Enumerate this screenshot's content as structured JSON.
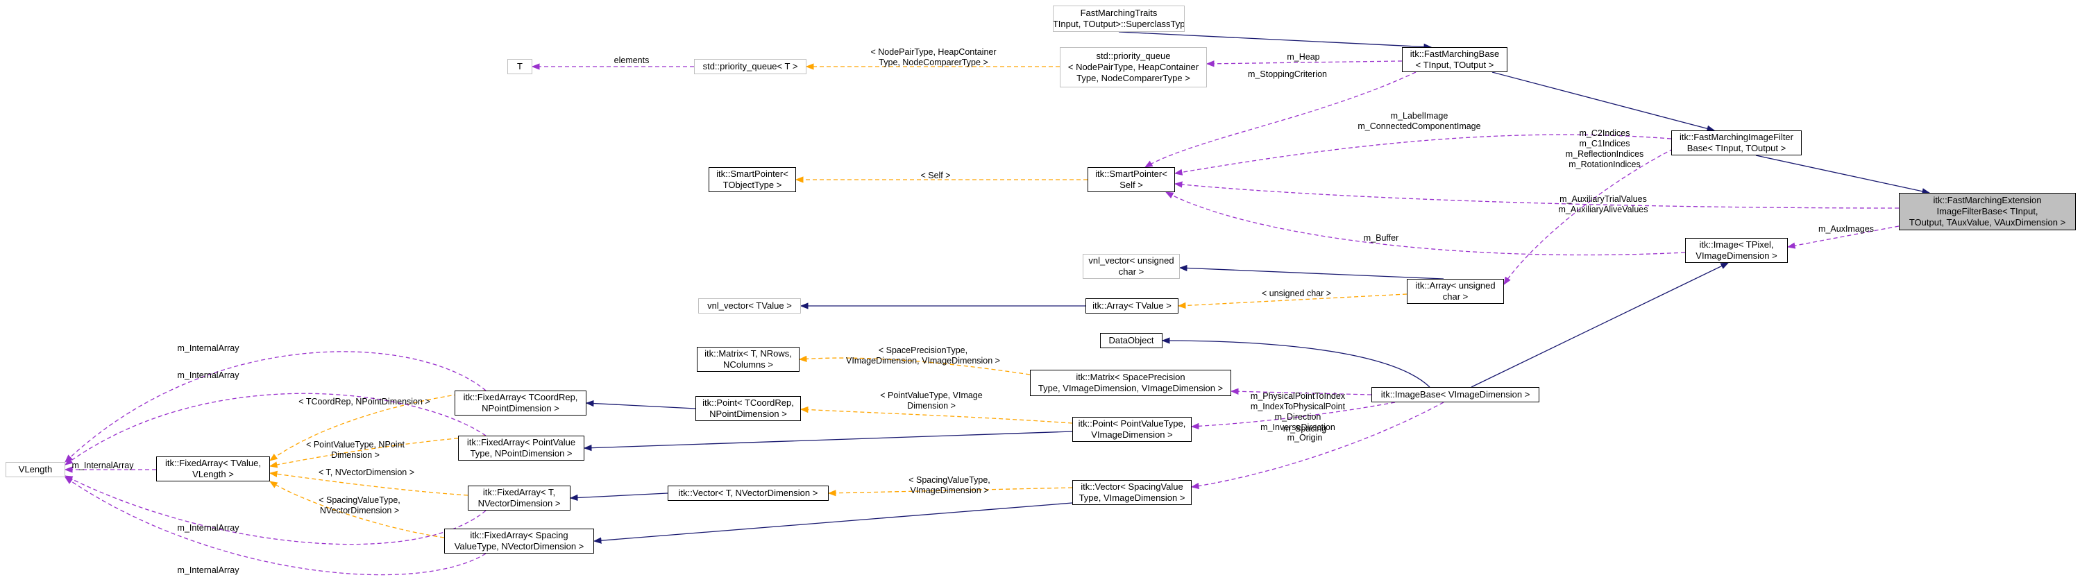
{
  "diagram": {
    "nodes": [
      {
        "id": "fmtraits",
        "lines": [
          "FastMarchingTraits",
          "<TInput, TOutput>::SuperclassType"
        ],
        "style": "grey"
      },
      {
        "id": "fmbase",
        "lines": [
          "itk::FastMarchingBase",
          "< TInput, TOutput >"
        ],
        "style": "normal"
      },
      {
        "id": "fmimgfilter",
        "lines": [
          "itk::FastMarchingImageFilter",
          "Base< TInput, TOutput >"
        ],
        "style": "normal"
      },
      {
        "id": "fmext",
        "lines": [
          "itk::FastMarchingExtension",
          "ImageFilterBase< TInput,",
          "TOutput, TAuxValue, VAuxDimension >"
        ],
        "style": "focus"
      },
      {
        "id": "T",
        "lines": [
          "T"
        ],
        "style": "grey"
      },
      {
        "id": "pq1",
        "lines": [
          "std::priority_queue< T >"
        ],
        "style": "grey"
      },
      {
        "id": "pq2",
        "lines": [
          "std::priority_queue",
          "< NodePairType, HeapContainer",
          "Type, NodeComparerType >"
        ],
        "style": "grey"
      },
      {
        "id": "sp1",
        "lines": [
          "itk::SmartPointer<",
          "TObjectType >"
        ],
        "style": "normal"
      },
      {
        "id": "sp2",
        "lines": [
          "itk::SmartPointer<",
          "Self >"
        ],
        "style": "normal"
      },
      {
        "id": "vnlvec_uc",
        "lines": [
          "vnl_vector< unsigned",
          "char >"
        ],
        "style": "grey"
      },
      {
        "id": "vnlvec_t",
        "lines": [
          "vnl_vector< TValue >"
        ],
        "style": "grey"
      },
      {
        "id": "arr_t",
        "lines": [
          "itk::Array< TValue >"
        ],
        "style": "normal"
      },
      {
        "id": "arr_uc",
        "lines": [
          "itk::Array< unsigned",
          "char >"
        ],
        "style": "normal"
      },
      {
        "id": "image",
        "lines": [
          "itk::Image< TPixel,",
          "VImageDimension >"
        ],
        "style": "normal"
      },
      {
        "id": "dataobject",
        "lines": [
          "DataObject"
        ],
        "style": "normal"
      },
      {
        "id": "imagebase",
        "lines": [
          "itk::ImageBase< VImageDimension >"
        ],
        "style": "normal"
      },
      {
        "id": "matrix_t",
        "lines": [
          "itk::Matrix< T, NRows,",
          "NColumns >"
        ],
        "style": "normal"
      },
      {
        "id": "matrix_sp",
        "lines": [
          "itk::Matrix< SpacePrecision",
          "Type, VImageDimension, VImageDimension >"
        ],
        "style": "normal"
      },
      {
        "id": "fa_tcoord",
        "lines": [
          "itk::FixedArray< TCoordRep,",
          "NPointDimension >"
        ],
        "style": "normal"
      },
      {
        "id": "fa_pv",
        "lines": [
          "itk::FixedArray< PointValue",
          "Type, NPointDimension >"
        ],
        "style": "normal"
      },
      {
        "id": "fa_tvalue",
        "lines": [
          "itk::FixedArray< TValue,",
          "VLength >"
        ],
        "style": "normal"
      },
      {
        "id": "vlength",
        "lines": [
          "VLength"
        ],
        "style": "grey"
      },
      {
        "id": "pt_tcoord",
        "lines": [
          "itk::Point< TCoordRep,",
          "NPointDimension >"
        ],
        "style": "normal"
      },
      {
        "id": "pt_pv",
        "lines": [
          "itk::Point< PointValueType,",
          "VImageDimension >"
        ],
        "style": "normal"
      },
      {
        "id": "fa_t_nvec",
        "lines": [
          "itk::FixedArray< T,",
          "NVectorDimension >"
        ],
        "style": "normal"
      },
      {
        "id": "vec_t",
        "lines": [
          "itk::Vector< T, NVectorDimension >"
        ],
        "style": "normal"
      },
      {
        "id": "vec_sp",
        "lines": [
          "itk::Vector< SpacingValue",
          "Type, VImageDimension >"
        ],
        "style": "normal"
      },
      {
        "id": "fa_sp",
        "lines": [
          "itk::FixedArray< Spacing",
          "ValueType, NVectorDimension >"
        ],
        "style": "normal"
      }
    ],
    "edge_labels": [
      {
        "id": "lbl_elements",
        "lines": [
          "elements"
        ]
      },
      {
        "id": "lbl_nodepair",
        "lines": [
          "< NodePairType, HeapContainer",
          "Type, NodeComparerType >"
        ]
      },
      {
        "id": "lbl_heap",
        "lines": [
          "m_Heap"
        ]
      },
      {
        "id": "lbl_stopping",
        "lines": [
          "m_StoppingCriterion"
        ]
      },
      {
        "id": "lbl_labelimage",
        "lines": [
          "m_LabelImage",
          "m_ConnectedComponentImage"
        ]
      },
      {
        "id": "lbl_indices",
        "lines": [
          "m_C2Indices",
          "m_C1Indices",
          "m_ReflectionIndices",
          "m_RotationIndices"
        ]
      },
      {
        "id": "lbl_self",
        "lines": [
          "< Self >"
        ]
      },
      {
        "id": "lbl_aux",
        "lines": [
          "m_AuxiliaryTrialValues",
          "m_AuxiliaryAliveValues"
        ]
      },
      {
        "id": "lbl_buffer",
        "lines": [
          "m_Buffer"
        ]
      },
      {
        "id": "lbl_auximages",
        "lines": [
          "m_AuxImages"
        ]
      },
      {
        "id": "lbl_uchar",
        "lines": [
          "< unsigned char >"
        ]
      },
      {
        "id": "lbl_spprec",
        "lines": [
          "< SpacePrecisionType,",
          "VImageDimension, VImageDimension >"
        ]
      },
      {
        "id": "lbl_physical",
        "lines": [
          "m_PhysicalPointToIndex",
          "m_IndexToPhysicalPoint",
          "m_Direction",
          "m_InverseDirection"
        ]
      },
      {
        "id": "lbl_origin",
        "lines": [
          "m_Origin"
        ]
      },
      {
        "id": "lbl_ptvalue",
        "lines": [
          "< PointValueType, VImage",
          "Dimension >"
        ]
      },
      {
        "id": "lbl_spacing",
        "lines": [
          "m_Spacing"
        ]
      },
      {
        "id": "lbl_tcoord",
        "lines": [
          "< TCoordRep, NPointDimension >"
        ]
      },
      {
        "id": "lbl_ptvalue_np",
        "lines": [
          "< PointValueType, NPoint",
          "Dimension >"
        ]
      },
      {
        "id": "lbl_tnvec",
        "lines": [
          "< T, NVectorDimension >"
        ]
      },
      {
        "id": "lbl_spval_nvec",
        "lines": [
          "< SpacingValueType,",
          "NVectorDimension >"
        ]
      },
      {
        "id": "lbl_spval_vimg",
        "lines": [
          "< SpacingValueType,",
          "VImageDimension >"
        ]
      },
      {
        "id": "lbl_ia1",
        "lines": [
          "m_InternalArray"
        ]
      },
      {
        "id": "lbl_ia2",
        "lines": [
          "m_InternalArray"
        ]
      },
      {
        "id": "lbl_ia3",
        "lines": [
          "m_InternalArray"
        ]
      },
      {
        "id": "lbl_ia4",
        "lines": [
          "m_InternalArray"
        ]
      },
      {
        "id": "lbl_ia5",
        "lines": [
          "m_InternalArray"
        ]
      }
    ],
    "edges": [
      {
        "id": "e1",
        "from": "fmtraits",
        "to": "fmbase",
        "kind": "inherit"
      },
      {
        "id": "e2",
        "from": "fmbase",
        "to": "fmimgfilter",
        "kind": "inherit"
      },
      {
        "id": "e3",
        "from": "fmimgfilter",
        "to": "fmext",
        "kind": "inherit"
      },
      {
        "id": "e4",
        "from": "T",
        "to": "pq1",
        "kind": "usage",
        "label": "elements"
      },
      {
        "id": "e5",
        "from": "pq1",
        "to": "pq2",
        "kind": "template",
        "label": "< NodePairType, HeapContainer Type, NodeComparerType >"
      },
      {
        "id": "e6",
        "from": "pq2",
        "to": "fmbase",
        "kind": "usage",
        "label": "m_Heap"
      },
      {
        "id": "e7",
        "from": "sp2",
        "to": "fmbase",
        "kind": "usage",
        "label": "m_StoppingCriterion"
      },
      {
        "id": "e8",
        "from": "sp1",
        "to": "sp2",
        "kind": "template",
        "label": "< Self >"
      },
      {
        "id": "e9",
        "from": "sp2",
        "to": "fmimgfilter",
        "kind": "usage",
        "label": "m_LabelImage m_ConnectedComponentImage"
      },
      {
        "id": "e10",
        "from": "arr_uc",
        "to": "fmimgfilter",
        "kind": "usage",
        "label": "m_C2Indices m_C1Indices m_ReflectionIndices m_RotationIndices"
      },
      {
        "id": "e11",
        "from": "sp2",
        "to": "fmext",
        "kind": "usage",
        "label": "m_AuxiliaryTrialValues m_AuxiliaryAliveValues"
      },
      {
        "id": "e12",
        "from": "sp2",
        "to": "image",
        "kind": "usage",
        "label": "m_Buffer"
      },
      {
        "id": "e13",
        "from": "image",
        "to": "fmext",
        "kind": "usage",
        "label": "m_AuxImages"
      },
      {
        "id": "e14",
        "from": "vnlvec_uc",
        "to": "arr_uc",
        "kind": "inherit"
      },
      {
        "id": "e15",
        "from": "vnlvec_t",
        "to": "arr_t",
        "kind": "inherit"
      },
      {
        "id": "e16",
        "from": "arr_t",
        "to": "arr_uc",
        "kind": "template",
        "label": "< unsigned char >"
      },
      {
        "id": "e17",
        "from": "imagebase",
        "to": "image",
        "kind": "inherit"
      },
      {
        "id": "e18",
        "from": "dataobject",
        "to": "imagebase",
        "kind": "inherit"
      },
      {
        "id": "e19",
        "from": "matrix_t",
        "to": "matrix_sp",
        "kind": "template",
        "label": "< SpacePrecisionType, VImageDimension, VImageDimension >"
      },
      {
        "id": "e20",
        "from": "matrix_sp",
        "to": "imagebase",
        "kind": "usage",
        "label": "m_PhysicalPointToIndex m_IndexToPhysicalPoint m_Direction m_InverseDirection"
      },
      {
        "id": "e21",
        "from": "pt_pv",
        "to": "imagebase",
        "kind": "usage",
        "label": "m_Origin"
      },
      {
        "id": "e22",
        "from": "pt_tcoord",
        "to": "pt_pv",
        "kind": "template",
        "label": "< PointValueType, VImage Dimension >"
      },
      {
        "id": "e23",
        "from": "vec_sp",
        "to": "imagebase",
        "kind": "usage",
        "label": "m_Spacing"
      },
      {
        "id": "e24",
        "from": "fa_tcoord",
        "to": "pt_tcoord",
        "kind": "inherit"
      },
      {
        "id": "e25",
        "from": "fa_pv",
        "to": "pt_pv",
        "kind": "inherit"
      },
      {
        "id": "e26",
        "from": "fa_t_nvec",
        "to": "vec_t",
        "kind": "inherit"
      },
      {
        "id": "e27",
        "from": "vec_t",
        "to": "vec_sp",
        "kind": "template",
        "label": "< SpacingValueType, VImageDimension >"
      },
      {
        "id": "e28",
        "from": "fa_sp",
        "to": "vec_sp",
        "kind": "inherit"
      },
      {
        "id": "e29",
        "from": "fa_tvalue",
        "to": "fa_tcoord",
        "kind": "template",
        "label": "< TCoordRep, NPointDimension >"
      },
      {
        "id": "e30",
        "from": "fa_tvalue",
        "to": "fa_pv",
        "kind": "template",
        "label": "< PointValueType, NPoint Dimension >"
      },
      {
        "id": "e31",
        "from": "fa_tvalue",
        "to": "fa_t_nvec",
        "kind": "template",
        "label": "< T, NVectorDimension >"
      },
      {
        "id": "e32",
        "from": "fa_tvalue",
        "to": "fa_sp",
        "kind": "template",
        "label": "< SpacingValueType, NVectorDimension >"
      },
      {
        "id": "e33",
        "from": "vlength",
        "to": "fa_tvalue",
        "kind": "usage",
        "label": "m_InternalArray"
      },
      {
        "id": "e34",
        "from": "vlength",
        "to": "fa_tcoord",
        "kind": "usage",
        "label": "m_InternalArray"
      },
      {
        "id": "e35",
        "from": "vlength",
        "to": "fa_pv",
        "kind": "usage",
        "label": "m_InternalArray"
      },
      {
        "id": "e36",
        "from": "vlength",
        "to": "fa_t_nvec",
        "kind": "usage",
        "label": "m_InternalArray"
      },
      {
        "id": "e37",
        "from": "vlength",
        "to": "fa_sp",
        "kind": "usage",
        "label": "m_InternalArray"
      }
    ],
    "colors": {
      "inherit": "#191970",
      "usage": "#9a32cd",
      "template": "#ffa500",
      "grey_border": "#bfbfbf",
      "focus_fill": "#bfbfbf"
    }
  }
}
